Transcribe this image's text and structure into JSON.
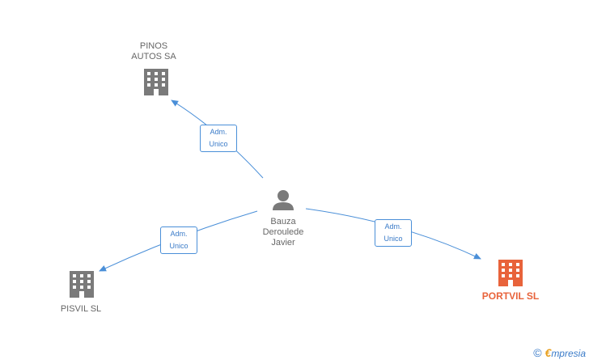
{
  "colors": {
    "node": "#7a7a7a",
    "highlight": "#e8633b",
    "edge": "#4a8fd8"
  },
  "nodes": {
    "center": {
      "label": "Bauza\nDeroulede\nJavier",
      "icon": "person-icon"
    },
    "pinos": {
      "label": "PINOS\nAUTOS SA",
      "icon": "building-icon"
    },
    "pisvil": {
      "label": "PISVIL SL",
      "icon": "building-icon"
    },
    "portvil": {
      "label": "PORTVIL SL",
      "icon": "building-icon"
    }
  },
  "edges": {
    "to_pinos": "Adm.\nUnico",
    "to_pisvil": "Adm.\nUnico",
    "to_portvil": "Adm.\nUnico"
  },
  "watermark": {
    "symbol": "©",
    "brand_initial": "€",
    "brand_rest": "mpresia"
  }
}
